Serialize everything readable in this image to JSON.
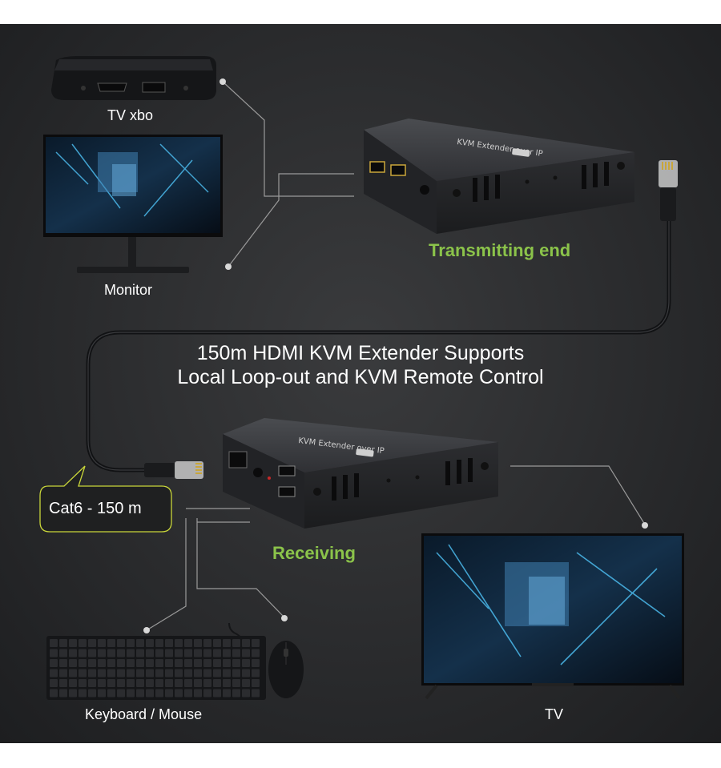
{
  "labels": {
    "tv_box": "TV xbo",
    "monitor": "Monitor",
    "transmitting": "Transmitting end",
    "receiving": "Receiving",
    "keyboard_mouse": "Keyboard / Mouse",
    "tv": "TV",
    "cable": "Cat6 - 150 m"
  },
  "headline": {
    "line1": "150m HDMI KVM Extender Supports",
    "line2": "Local Loop-out and KVM Remote Control"
  },
  "device": {
    "title": "KVM Extender over IP"
  },
  "colors": {
    "accent_green": "#8bc34a",
    "background": "#2b2c2e"
  },
  "icons": [
    "rj45-plug-icon",
    "hdmi-port-icon",
    "usb-port-icon"
  ]
}
